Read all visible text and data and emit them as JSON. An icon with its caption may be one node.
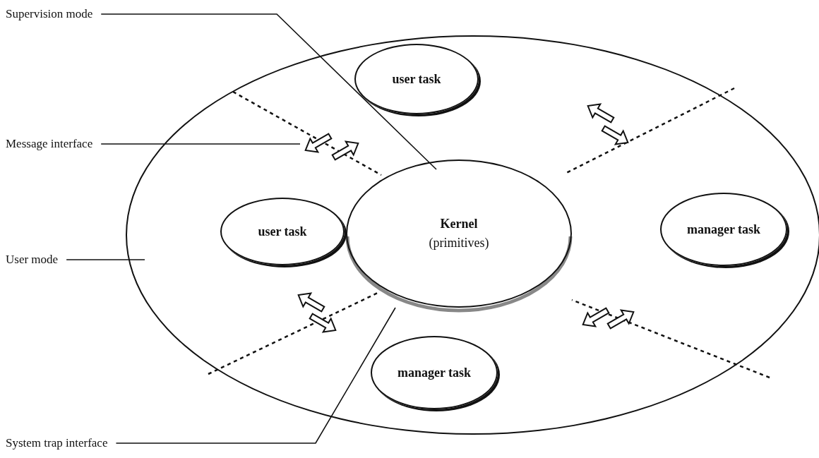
{
  "diagram": {
    "nodes": [
      {
        "text": [
          "Supervision mode"
        ]
      },
      {
        "text": [
          "Message interface"
        ]
      },
      {
        "text": [
          "User mode"
        ]
      },
      {
        "text": [
          "System trap interface"
        ]
      },
      {
        "text": [],
        "shape": "ellipse"
      },
      {
        "text": [
          "user task"
        ],
        "in": 4
      },
      {
        "text": [
          "user task"
        ],
        "in": 4
      },
      {
        "text": [
          "Kernel",
          "(primitives)"
        ],
        "in": 4
      },
      {
        "text": [
          "manager task"
        ],
        "in": 4
      },
      {
        "text": [
          "manager task"
        ],
        "in": 4
      }
    ],
    "edges": [
      {
        "from": 0,
        "to": 7,
        "arrow": "none"
      },
      {
        "from": 1,
        "to": null,
        "arrow": "none"
      },
      {
        "from": 2,
        "to": 4,
        "arrow": "none"
      },
      {
        "from": 3,
        "to": 7,
        "arrow": "none"
      }
    ]
  }
}
